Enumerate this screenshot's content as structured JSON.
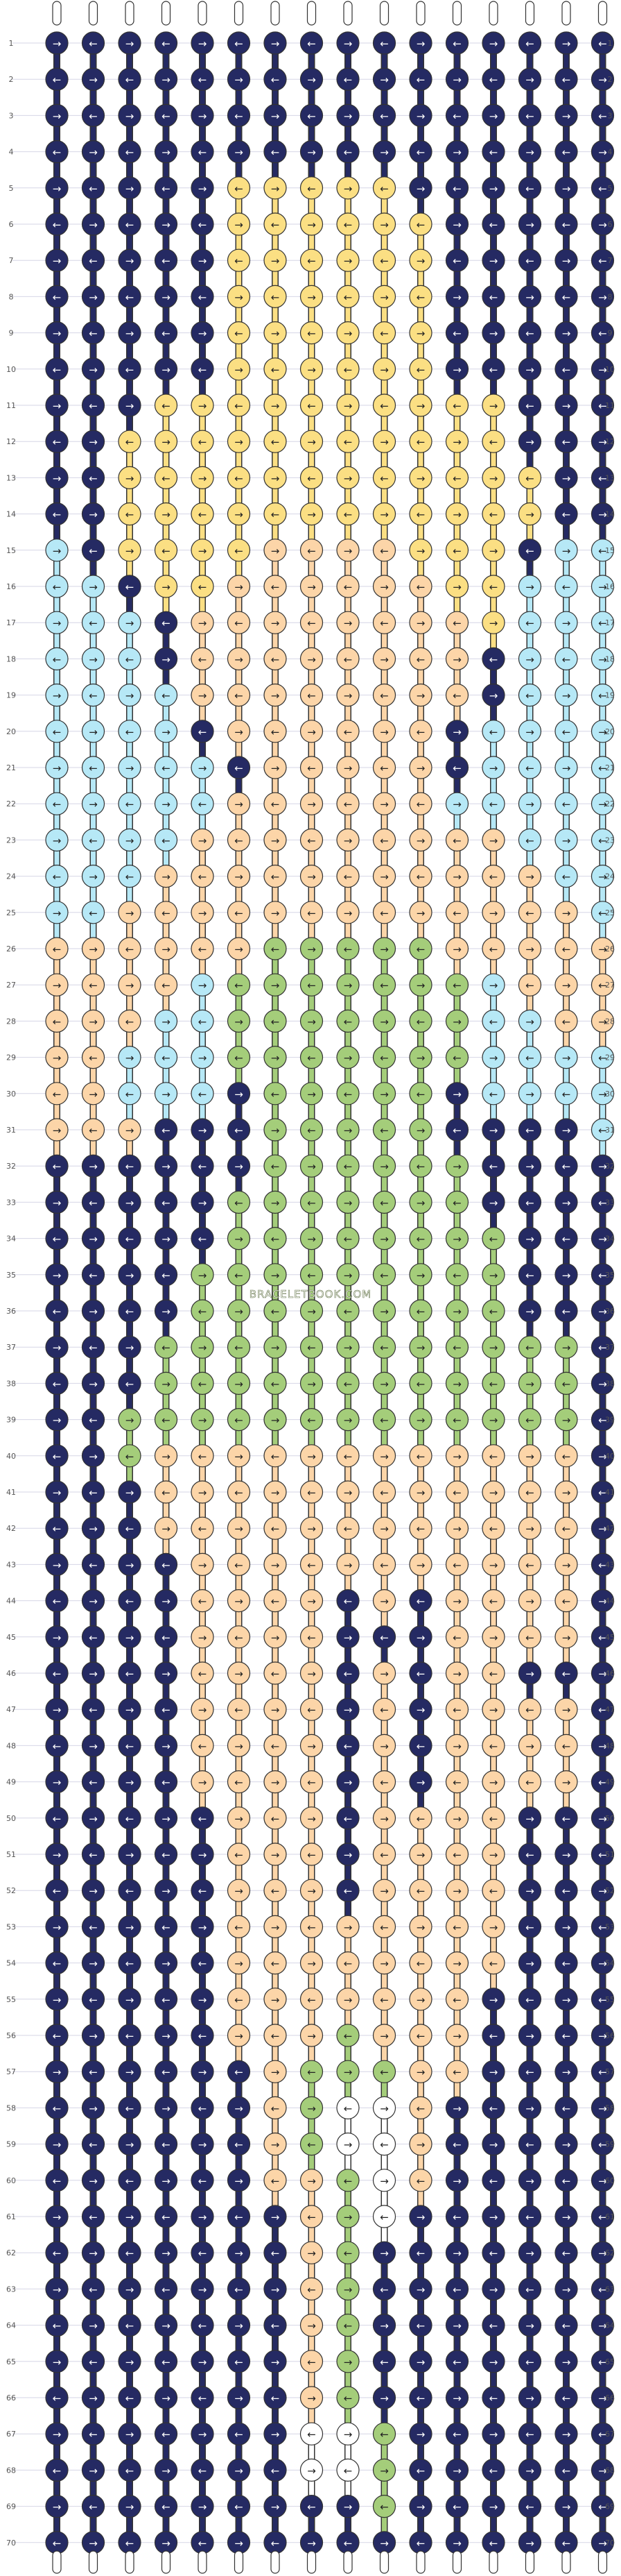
{
  "watermark": "BRACELETBOOK.COM",
  "colors": {
    "navy": "#252a63",
    "yellow": "#fbdf83",
    "peach": "#fcd5a8",
    "cyan": "#b6e8f6",
    "green": "#a4cd7a",
    "white": "#ffffff",
    "thread_outline": "#333333",
    "row_line": "#d6d6e6",
    "row_number": "#555555"
  },
  "row_numbers": [
    "1",
    "2",
    "3",
    "4",
    "5",
    "6",
    "7",
    "8",
    "9",
    "10",
    "11",
    "12",
    "13",
    "14",
    "15",
    "16",
    "17",
    "18",
    "19",
    "20",
    "21",
    "22",
    "23",
    "24",
    "25",
    "26",
    "27",
    "28",
    "29",
    "30",
    "31",
    "32",
    "33",
    "34",
    "35",
    "36",
    "37",
    "38",
    "39",
    "40",
    "41",
    "42",
    "43",
    "44",
    "45",
    "46",
    "47",
    "48",
    "49",
    "50",
    "51",
    "52",
    "53",
    "54",
    "55",
    "56",
    "57",
    "58",
    "59",
    "60",
    "61",
    "62",
    "63",
    "64",
    "65",
    "66",
    "67",
    "68",
    "69",
    "70"
  ],
  "pattern": {
    "strings": 16,
    "rows": 70,
    "legend": {
      "N": "navy",
      "Y": "yellow",
      "P": "peach",
      "C": "cyan",
      "G": "green",
      "W": "white"
    },
    "grid": [
      "NNNNNNNNNNNNNNNN",
      "NNNNNNNNNNNNNNNN",
      "NNNNNNNNNNNNNNNN",
      "NNNNNNNNNNNNNNNN",
      "NNNNNYYYYYNNNNNN",
      "NNNNNYYYYYYNNNNN",
      "NNNNNYYYYYYNNNNN",
      "NNNNNYYYYYYNNNNN",
      "NNNNNYYYYYYNNNNN",
      "NNNNNYYYYYYNNNNN",
      "NNNYYYYYYYYYYNNN",
      "NNYYYYYYYYYYYNNN",
      "NNYYYYYYYYYYYYNN",
      "NNYYYYYYYYYYYYNN",
      "CNYYYYPPPPYYYNCC",
      "CCNYYPPPPPPYYCCC",
      "CCCNPPPPPPPPYCCC",
      "CCCNPPPPPPPPNCCC",
      "CCCCPPPPPPPPNCCC",
      "CCCCNPPPPPPNCCCC",
      "CCCCCNPPPPPNCCCC",
      "CCCCCPPPPPPCCCCC",
      "CCCCPPPPPPPPPCCC",
      "CCCPPPPPPPPPPPCC",
      "CCPPPPPPPPPPPPPC",
      "PPPPPPGGGGGPPPPP",
      "PPPPCGGGGGGGCPPP",
      "PPPCCGGGGGGGCCPP",
      "PPCCCGGGGGGGCCCC",
      "PPCCCNGGGGGNCCCC",
      "PPPNNNGGGGGNNNNC",
      "NNNNNNGGGGGGNNNN",
      "NNNNNGGGGGGGNNNN",
      "NNNNNGGGGGGGGNNN",
      "NNNNGGGGGGGGGNNN",
      "NNNNGGGGGGGGGNNN",
      "NNNGGGGGGGGGGGGN",
      "NNNGGGGGGGGGGGGN",
      "NNGGGGGGGGGGGGGN",
      "NNGPPPPPPPPPPPPN",
      "NNNPPPPPPPPPPPPN",
      "NNNPPPPPPPPPPPPN",
      "NNNNPPPPPPPPPPPN",
      "NNNNPPPPNPNPPPPN",
      "NNNNPPPPNNNPPPPN",
      "NNNNPPPPNPNPPNNN",
      "NNNNPPPPNPNPPPPN",
      "NNNNPPPPNPNPPPPN",
      "NNNNPPPPNPNPPPPN",
      "NNNNNPPPNPPPPNNN",
      "NNNNNPPPNPPPPNNN",
      "NNNNNPPPNPPPPNNN",
      "NNNNNPPPPPPPPNNN",
      "NNNNNPPPPPPPPNNN",
      "NNNNNPPPPPPPNNNN",
      "NNNNNPPPGPPPNNNN",
      "NNNNNNPGGGPPNNNN",
      "NNNNNNPGWWPNNNNN",
      "NNNNNNPGWWPNNNNN",
      "NNNNNNPPGWPNNNNN",
      "NNNNNNNPGWNNNNNN",
      "NNNNNNNPGNNNNNNN",
      "NNNNNNNPGNNNNNNN",
      "NNNNNNNPGNNNNNNN",
      "NNNNNNNPGNNNNNNN",
      "NNNNNNNPGNNNNNNN",
      "NNNNNNNWWGNNNNNN",
      "NNNNNNNWWGNNNNNN",
      "NNNNNNNNNGNNNNNN",
      "NNNNNNNNNNNNNNNN"
    ]
  }
}
